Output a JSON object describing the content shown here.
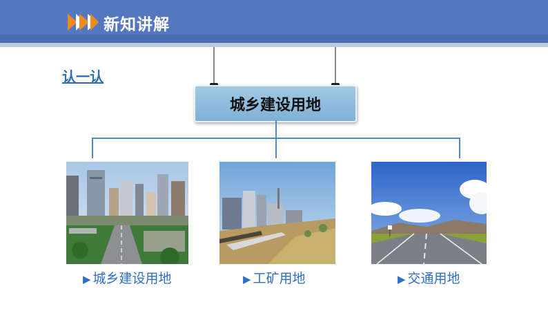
{
  "header": {
    "title": "新知讲解"
  },
  "subtitle": "认一认",
  "sign": {
    "label": "城乡建设用地"
  },
  "items": [
    {
      "label": "城乡建设用地"
    },
    {
      "label": "工矿用地"
    },
    {
      "label": "交通用地"
    }
  ],
  "colors": {
    "header_bg": "#5577c0",
    "chevron": "#f28a1e",
    "accent_text": "#2e6fc4",
    "sign_bg": "#8fbde0",
    "connector": "#4a8ac8"
  },
  "icons": {
    "caption_marker": "▶"
  }
}
